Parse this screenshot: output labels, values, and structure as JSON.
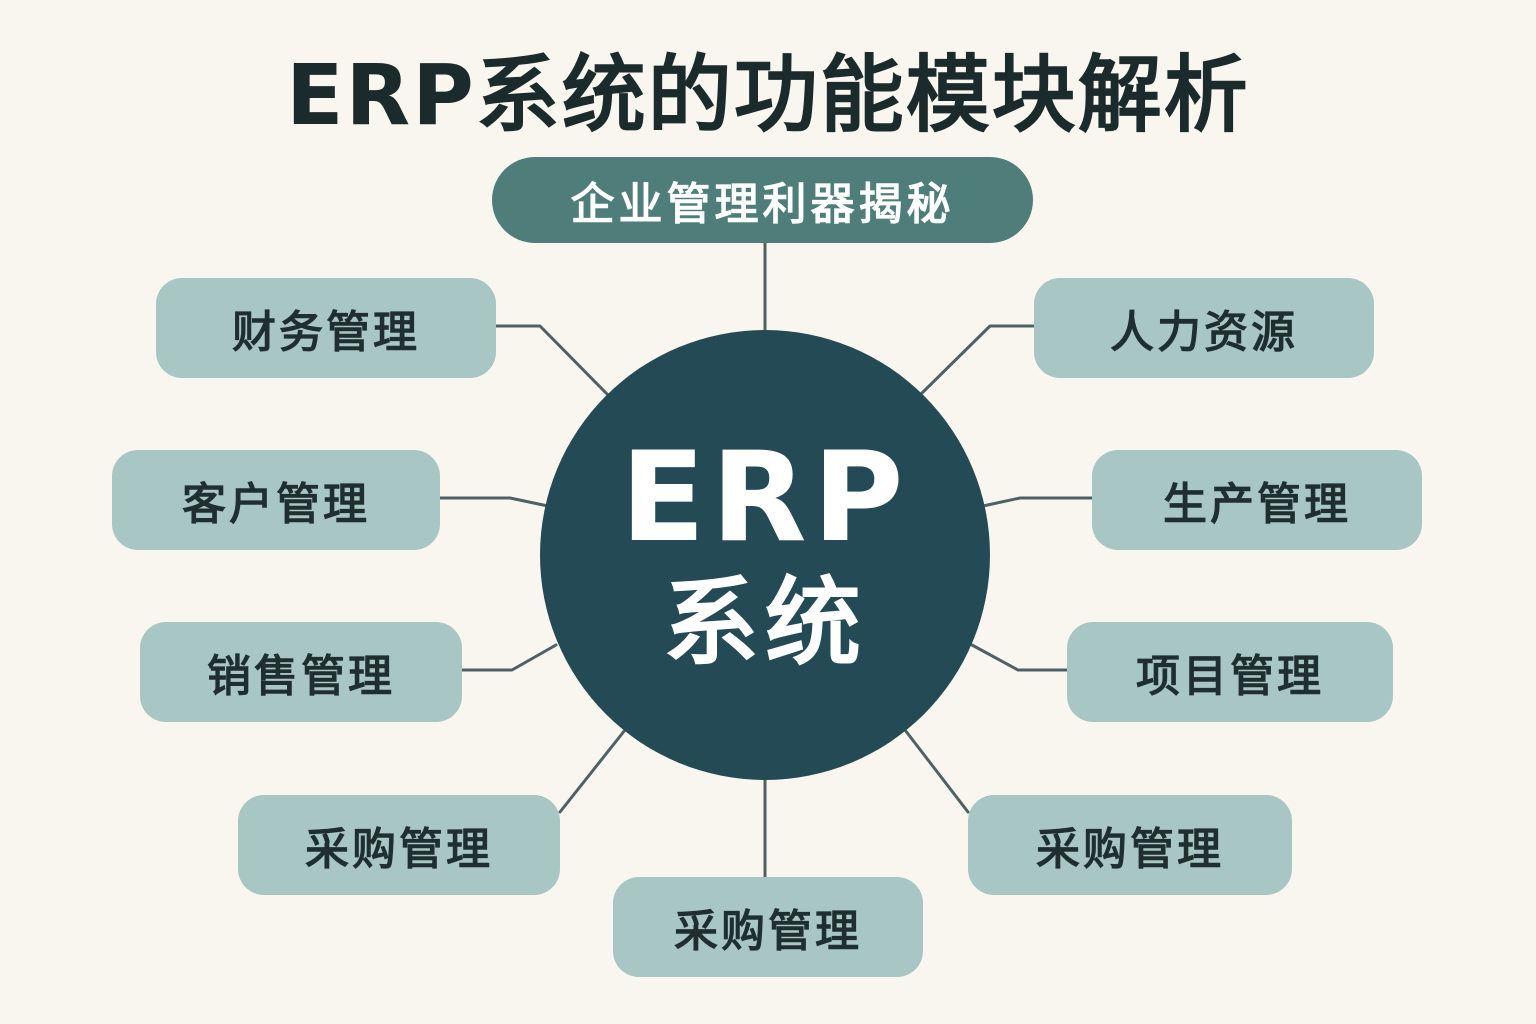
{
  "title": "ERP系统的功能模块解析",
  "subtitle": "企业管理利器揭秘",
  "center": {
    "line1": "ERP",
    "line2": "系统"
  },
  "modules": [
    {
      "label": "财务管理"
    },
    {
      "label": "客户管理"
    },
    {
      "label": "销售管理"
    },
    {
      "label": "采购管理"
    },
    {
      "label": "采购管理"
    },
    {
      "label": "采购管理"
    },
    {
      "label": "项目管理"
    },
    {
      "label": "生产管理"
    },
    {
      "label": "人力资源"
    }
  ],
  "colors": {
    "background": "#f8f6ef",
    "center_fill": "#244a56",
    "subtitle_fill": "#4e7d7a",
    "module_fill": "#a8c6c3",
    "title_text": "#1b2b2c",
    "connector": "#4f6164"
  }
}
